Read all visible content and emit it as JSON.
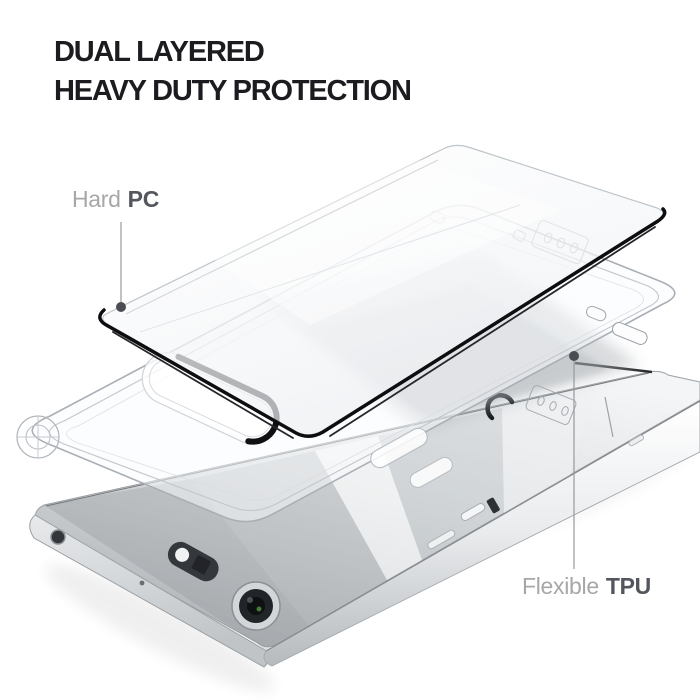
{
  "background": "#ffffff",
  "title": {
    "line1": "DUAL LAYERED",
    "line2": "HEAVY DUTY PROTECTION",
    "color": "#1c1c20"
  },
  "annotations": {
    "hard_pc": {
      "prefix": "Hard",
      "term": "PC"
    },
    "flexible_tpu": {
      "prefix": "Flexible",
      "term": "TPU"
    }
  },
  "palette": {
    "label_prefix": "#a7a7a9",
    "label_term": "#53565c",
    "leader_line": "#96999c",
    "leader_dot": "#4a4e53",
    "sheet_edge_black": "#0e0e11",
    "case_outline": "#a9afb5",
    "phone_silver_light": "#f2f3f4",
    "phone_silver_dark": "#b0b4b7",
    "camera_lens": "#17191c"
  }
}
